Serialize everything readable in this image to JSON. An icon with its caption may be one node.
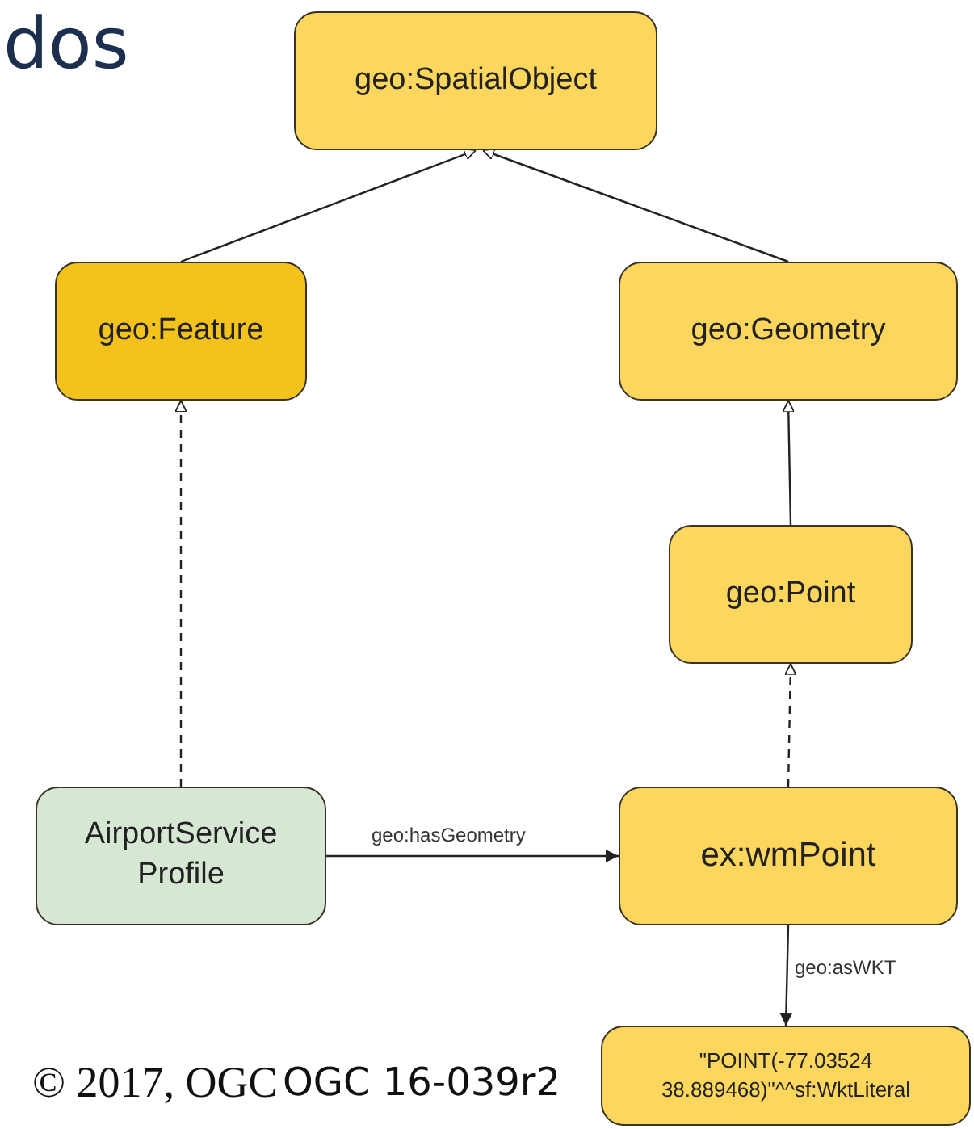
{
  "diagram": {
    "nodes": [
      {
        "text": [
          "geo:SpatialObject"
        ]
      },
      {
        "text": [
          "geo:Feature"
        ]
      },
      {
        "text": [
          "geo:Geometry"
        ]
      },
      {
        "text": [
          "geo:Point"
        ]
      },
      {
        "text": [
          "AirportService Profile"
        ]
      },
      {
        "text": [
          "ex:wmPoint"
        ]
      },
      {
        "text": [
          "\"POINT(-77.03524 38.889468)\"^^sf:WktLiteral"
        ]
      }
    ],
    "edges": [
      {
        "from": 1,
        "to": 0,
        "arrow": "to"
      },
      {
        "from": 2,
        "to": 0,
        "arrow": "to"
      },
      {
        "from": 3,
        "to": 2,
        "arrow": "to"
      },
      {
        "from": 4,
        "to": 1,
        "arrow": "to",
        "style": "dashed"
      },
      {
        "from": 5,
        "to": 3,
        "arrow": "to",
        "style": "dashed"
      },
      {
        "from": 4,
        "to": 5,
        "arrow": "to",
        "label": "geo:hasGeometry"
      },
      {
        "from": 5,
        "to": 6,
        "arrow": "to",
        "label": "geo:asWKT"
      }
    ],
    "labels": [
      "dos",
      "© 2017, OGC",
      "OGC 16-039r2"
    ]
  }
}
